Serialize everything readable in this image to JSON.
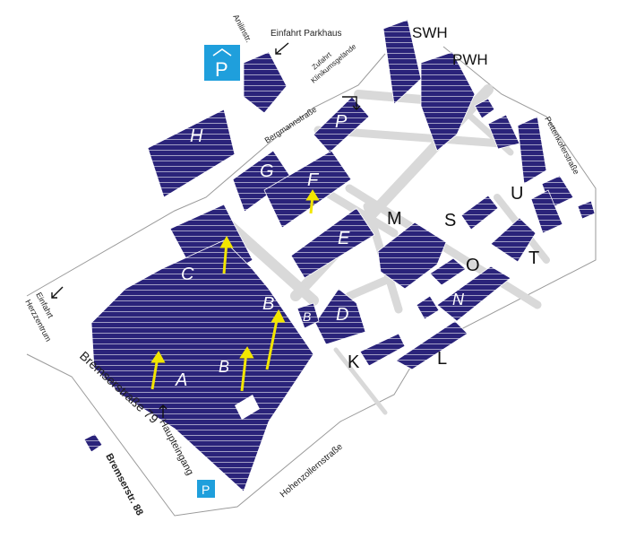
{
  "colors": {
    "building": "#2a237a",
    "building_edge": "#ffffff",
    "road": "#d9d9d9",
    "arrow": "#f2e600",
    "parking": "#1f9fdc",
    "boundary": "#9a9a9a"
  },
  "buildings": {
    "H": "H",
    "G": "G",
    "F": "F",
    "P": "P",
    "E": "E",
    "M": "M",
    "S": "S",
    "O": "O",
    "N": "N",
    "T": "T",
    "U": "U",
    "C": "C",
    "B": "B",
    "B_small": "B",
    "B_lower": "B",
    "A": "A",
    "D": "D"
  },
  "outside_labels": {
    "SWH": "SWH",
    "PWH": "PWH",
    "K": "K",
    "L": "L"
  },
  "streets": {
    "anilinstr": "Anilinstr.",
    "einfahrt_parkhaus": "Einfahrt Parkhaus",
    "bergmannstrasse": "Bergmannstraße",
    "zufahrt_line1": "Zufahrt",
    "zufahrt_line2": "Klinikumsgelände",
    "pettenkoferstrasse": "Pettenkoferstraße",
    "einfahrt_herzzentrum_line1": "Einfahrt",
    "einfahrt_herzzentrum_line2": "Herzzentrum",
    "bremserstrasse": "Bremserstraße 79",
    "haupteingang": "Haupteingang",
    "hohenzollernstrasse": "Hohenzollernstraße",
    "bremserstr_88": "Bremserstr. 88"
  },
  "parking": {
    "top": "P",
    "bottom": "P"
  },
  "icons": [
    "parking-icon",
    "arrow-icon"
  ]
}
